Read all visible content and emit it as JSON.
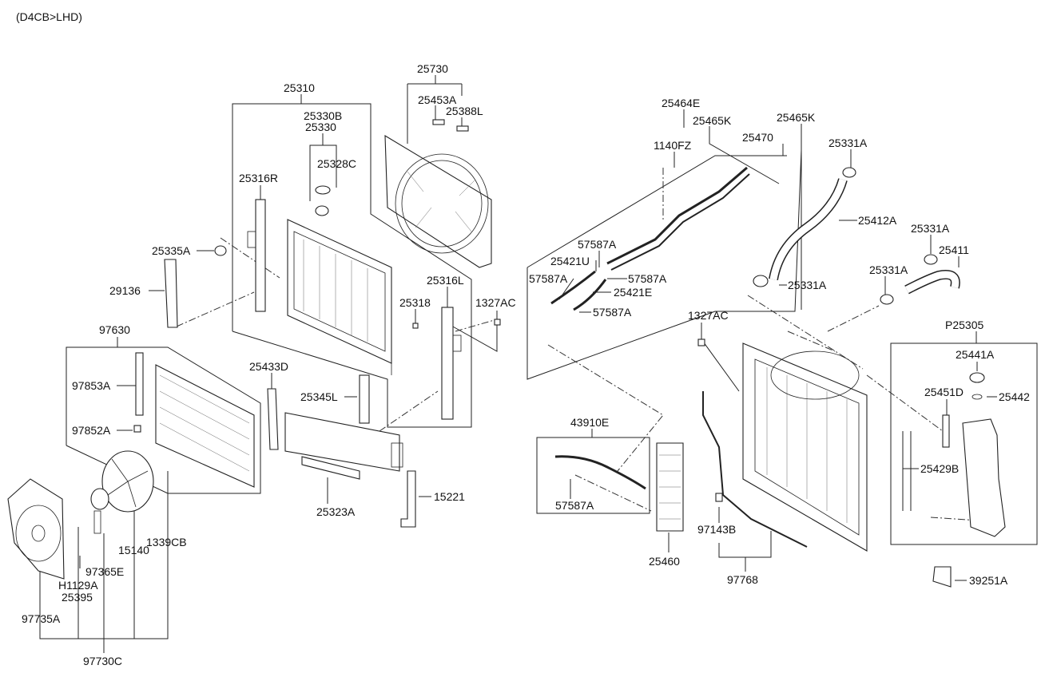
{
  "header": {
    "variant": "(D4CB>LHD)"
  },
  "labels": {
    "p25730": "25730",
    "p25453A": "25453A",
    "p25388L": "25388L",
    "p25310": "25310",
    "p25330B": "25330B",
    "p25330": "25330",
    "p25328C": "25328C",
    "p25316R": "25316R",
    "p25335A": "25335A",
    "p29136": "29136",
    "p25316L": "25316L",
    "p25318": "25318",
    "p1327AC_a": "1327AC",
    "p97630": "97630",
    "p97853A": "97853A",
    "p97852A": "97852A",
    "p25433D": "25433D",
    "p25345L": "25345L",
    "p25323A": "25323A",
    "p15221": "15221",
    "p15140": "15140",
    "p1339CB": "1339CB",
    "p97365E": "97365E",
    "pH1129A": "H1129A",
    "p25395": "25395",
    "p97735A": "97735A",
    "p97730C": "97730C",
    "p25464E": "25464E",
    "p25465K_a": "25465K",
    "p25465K_b": "25465K",
    "p1140FZ": "1140FZ",
    "p25470": "25470",
    "p25331A_a": "25331A",
    "p25412A": "25412A",
    "p25331A_b": "25331A",
    "p25411": "25411",
    "p25331A_c": "25331A",
    "p25331A_d": "25331A",
    "p57587A_a": "57587A",
    "p25421U": "25421U",
    "p57587A_b": "57587A",
    "p57587A_c": "57587A",
    "p25421E": "25421E",
    "p57587A_d": "57587A",
    "p1327AC_b": "1327AC",
    "pP25305": "P25305",
    "p25441A": "25441A",
    "p25451D": "25451D",
    "p25442": "25442",
    "p25429B": "25429B",
    "p43910E": "43910E",
    "p57587A_e": "57587A",
    "p25460": "25460",
    "p97143B": "97143B",
    "p97768": "97768",
    "p39251A": "39251A"
  }
}
